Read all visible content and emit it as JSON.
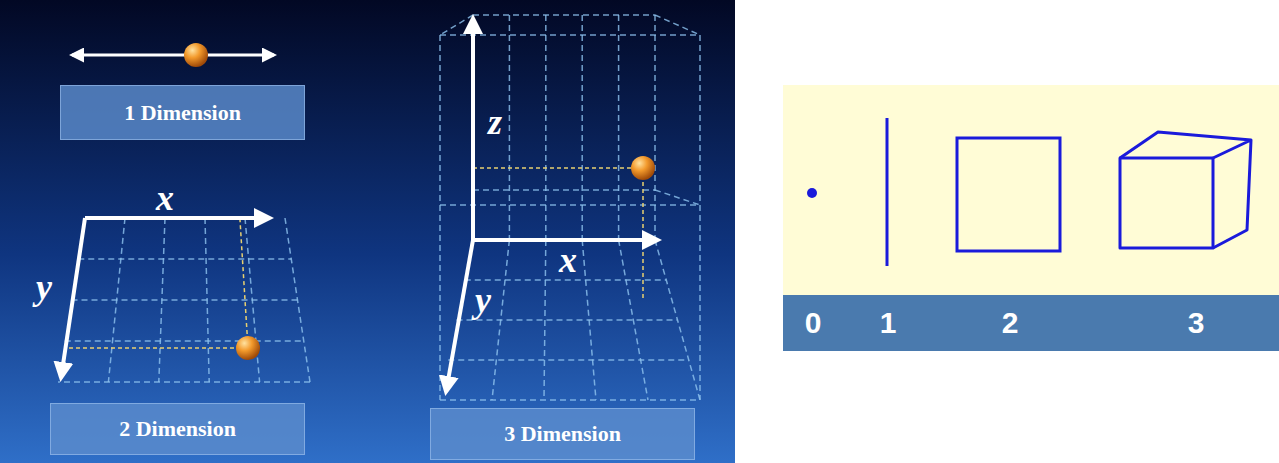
{
  "diagram": {
    "nodes": [
      {
        "text": [
          "1 Dimension"
        ]
      },
      {
        "text": [
          "2 Dimension"
        ]
      },
      {
        "text": [
          "3 Dimension"
        ]
      }
    ],
    "labels": [
      "x",
      "y",
      "z",
      "x",
      "y",
      "0",
      "1",
      "2",
      "3"
    ]
  }
}
